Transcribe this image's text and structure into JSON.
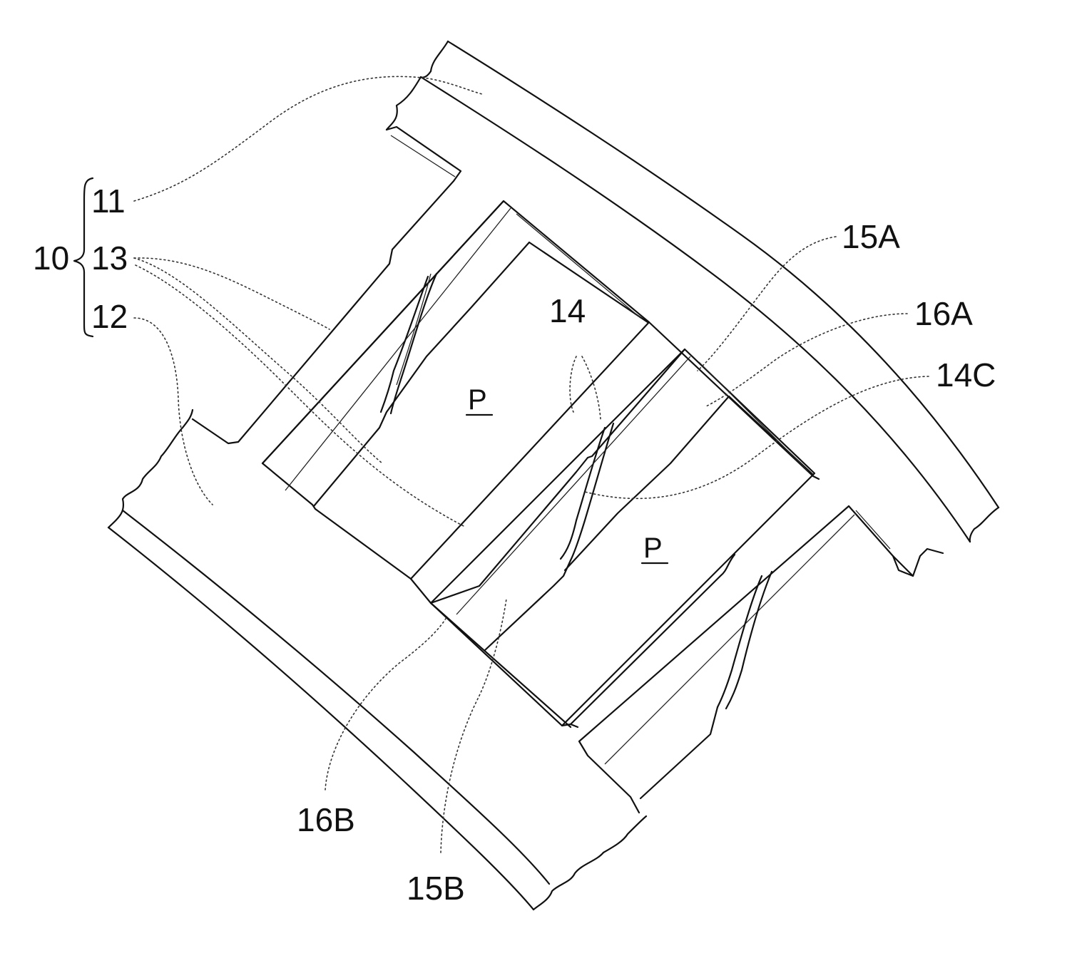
{
  "labels": {
    "ref_10": "10",
    "ref_11": "11",
    "ref_13": "13",
    "ref_12": "12",
    "ref_14": "14",
    "ref_15A": "15A",
    "ref_16A": "16A",
    "ref_14C": "14C",
    "ref_16B": "16B",
    "ref_15B": "15B",
    "p_upper": "P",
    "p_lower": "P"
  }
}
